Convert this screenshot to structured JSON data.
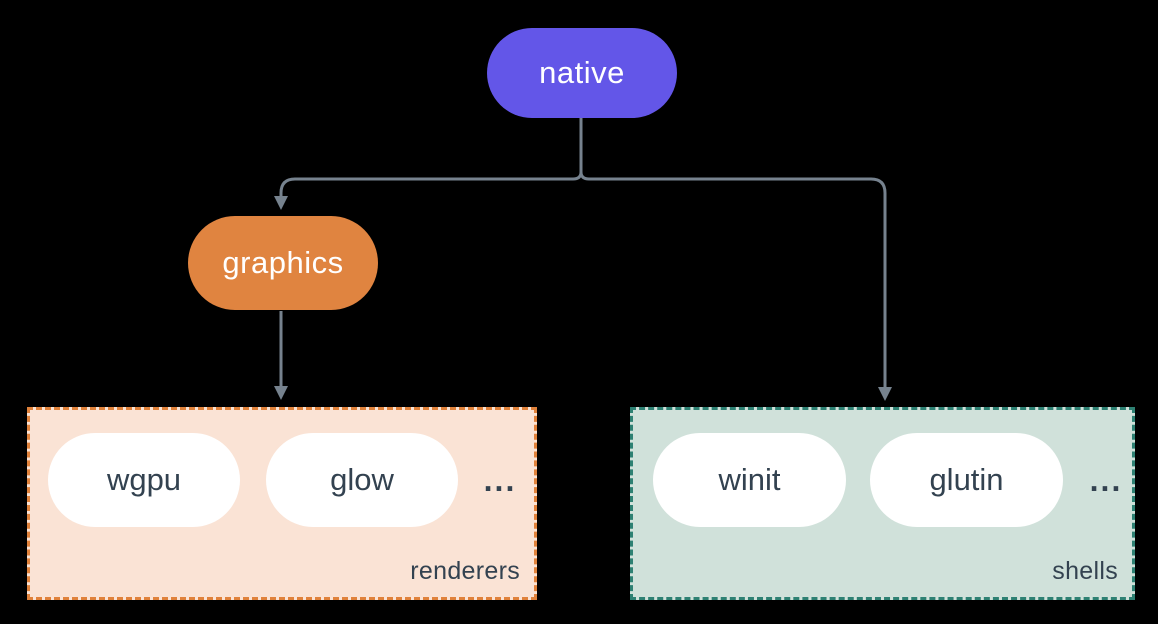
{
  "nodes": {
    "native": {
      "label": "native"
    },
    "graphics": {
      "label": "graphics"
    }
  },
  "groups": {
    "renderers": {
      "label": "renderers",
      "items": [
        "wgpu",
        "glow"
      ],
      "ellipsis": "..."
    },
    "shells": {
      "label": "shells",
      "items": [
        "winit",
        "glutin"
      ],
      "ellipsis": "..."
    }
  },
  "edges": [
    {
      "from": "native",
      "to": "graphics"
    },
    {
      "from": "native",
      "to": "shells"
    },
    {
      "from": "graphics",
      "to": "renderers"
    }
  ],
  "colors": {
    "purple": "#6356e8",
    "orange": "#e08440",
    "line": "#76828e",
    "peach-fill": "#fae3d5",
    "peach-border": "#e0823b",
    "sage-fill": "#d0e1da",
    "sage-border": "#2e8173",
    "ink": "#334250",
    "pill-white": "#ffffff",
    "bg": "#000000"
  }
}
